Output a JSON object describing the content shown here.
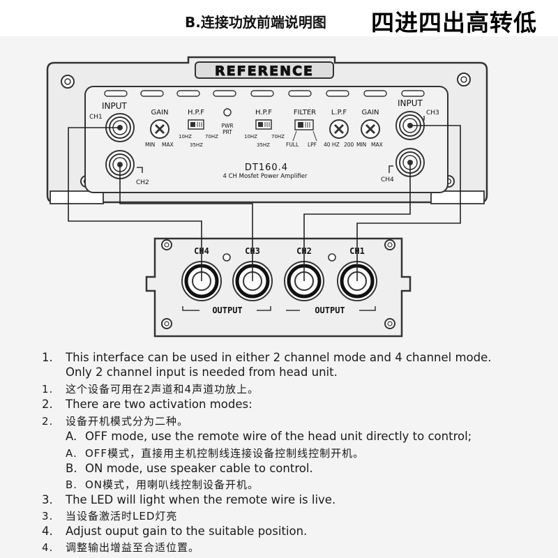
{
  "header": {
    "left": "B.连接功放前端说明图",
    "right": "四进四出高转低"
  },
  "amp": {
    "brand": "REFERENCE",
    "model": "DT160.4",
    "subtitle": "4 CH Mosfet Power Amplifier",
    "input_left": "INPUT",
    "input_right": "INPUT",
    "ch1": "CH1",
    "ch2": "CH2",
    "ch3": "CH3",
    "ch4": "CH4",
    "gain1": "GAIN",
    "gain1_min": "MIN",
    "gain1_max": "MAX",
    "hpf1": "H.P.F",
    "hpf1_low": "10HZ",
    "hpf1_high": "70HZ",
    "hpf1_mid": "35HZ",
    "pwr1": "PWR",
    "pwr2": "PRT",
    "hpf2": "H.P.F",
    "hpf2_low": "10HZ",
    "hpf2_high": "70HZ",
    "hpf2_mid": "35HZ",
    "filter": "FILTER",
    "filter_full": "FULL",
    "filter_lpf": "LPF",
    "lpf": "L.P.F",
    "lpf_low": "40 HZ",
    "lpf_high": "200",
    "gain2": "GAIN",
    "gain2_min": "MIN",
    "gain2_max": "MAX"
  },
  "box": {
    "ch4": "CH4",
    "ch3": "CH3",
    "ch2": "CH2",
    "ch1": "CH1",
    "output_left": "OUTPUT",
    "output_right": "OUTPUT"
  },
  "notes": [
    {
      "num": "1.",
      "text": "This interface can be used in either 2 channel mode and 4 channel mode."
    },
    {
      "num": "",
      "text": "Only 2 channel input is needed from head unit."
    },
    {
      "num": "1.",
      "text": "这个设备可用在2声道和4声道功放上。"
    },
    {
      "num": "2.",
      "text": "There are two activation modes:"
    },
    {
      "num": "2.",
      "text": "设备开机模式分为二种。"
    },
    {
      "num": "A.",
      "text": "OFF mode, use the remote wire of the head unit directly to control;"
    },
    {
      "num": "A.",
      "text": "OFF模式，直接用主机控制线连接设备控制线控制开机。"
    },
    {
      "num": "B.",
      "text": "ON mode, use speaker cable to control."
    },
    {
      "num": "B.",
      "text": "ON模式，用喇叭线控制设备开机。"
    },
    {
      "num": "3.",
      "text": "The LED will light when the remote wire is live."
    },
    {
      "num": "3.",
      "text": "当设备激活时LED灯亮"
    },
    {
      "num": "4.",
      "text": "Adjust ouput gain to the suitable position."
    },
    {
      "num": "4.",
      "text": "调整输出增益至合适位置。"
    }
  ]
}
